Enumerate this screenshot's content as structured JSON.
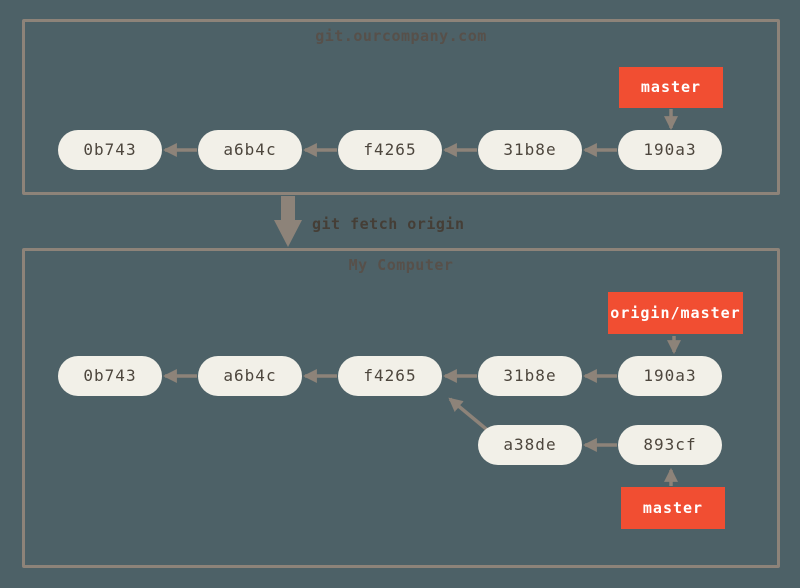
{
  "remote_repo": {
    "title": "git.ourcompany.com",
    "branch_label": "master",
    "commits": [
      "0b743",
      "a6b4c",
      "f4265",
      "31b8e",
      "190a3"
    ]
  },
  "action": {
    "label": "git fetch origin"
  },
  "local_repo": {
    "title": "My Computer",
    "remote_tracking_label": "origin/master",
    "branch_label": "master",
    "main_commits": [
      "0b743",
      "a6b4c",
      "f4265",
      "31b8e",
      "190a3"
    ],
    "local_commits": [
      "a38de",
      "893cf"
    ]
  },
  "colors": {
    "background": "#4d6167",
    "box_border": "#8d8379",
    "arrow": "#8d8379",
    "commit_fill": "#f2f0e8",
    "commit_text": "#4d463d",
    "ref_label_fill": "#f14e32",
    "ref_label_text": "#ffffff",
    "title_text": "#57504a"
  }
}
